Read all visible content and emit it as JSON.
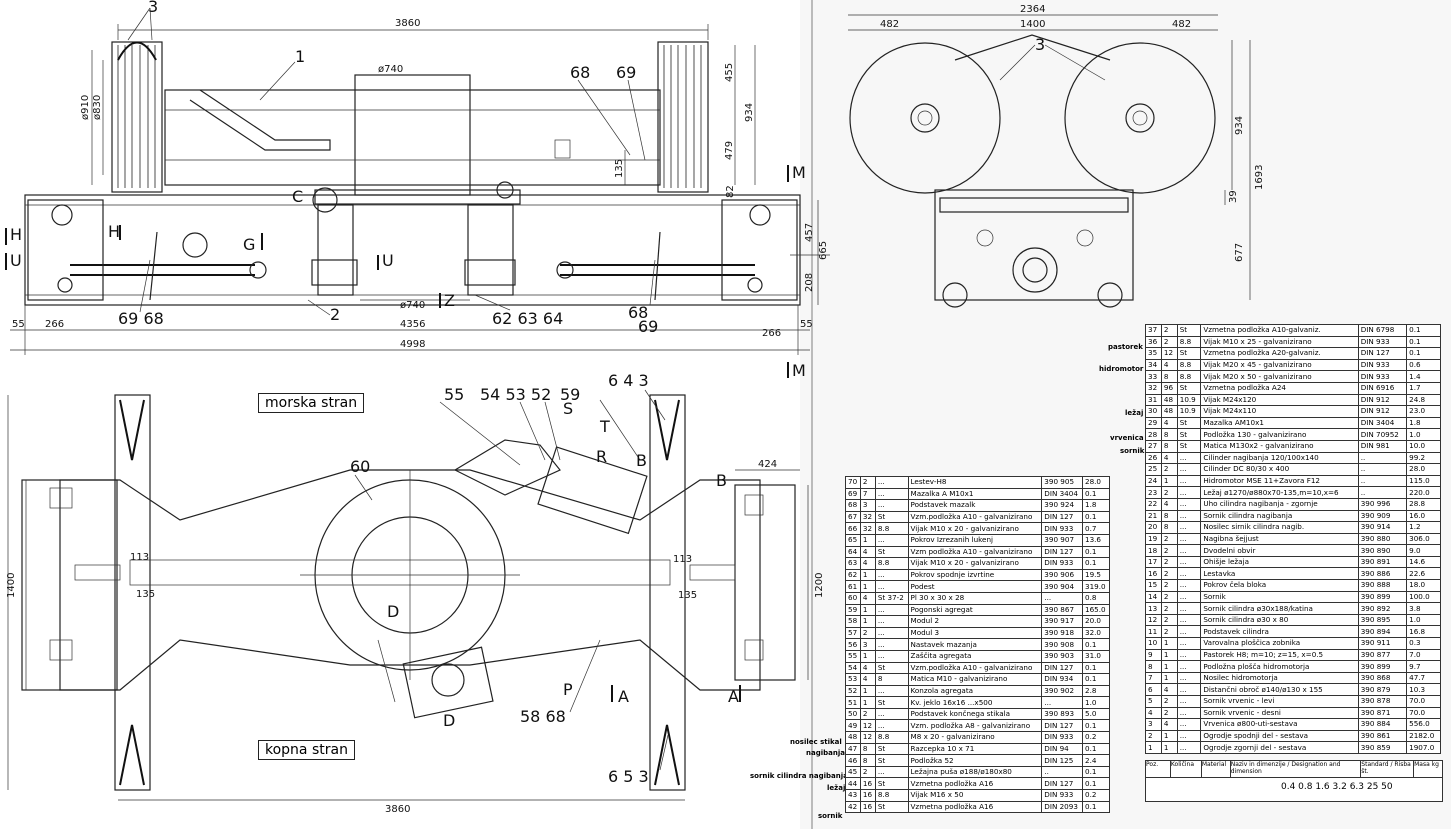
{
  "dimensions": {
    "top_length": "3860",
    "tube_dia": "ø740",
    "left_h1": "ø910",
    "left_h2": "ø830",
    "right_h1": "455",
    "right_h2": "934",
    "right_h3": "479",
    "small_135": "135",
    "side_82": "82",
    "side_457": "457",
    "side_665": "665",
    "side_208": "208",
    "bottom_tube": "ø740",
    "left_55": "55",
    "left_266": "266",
    "mid_4356": "4356",
    "right_266": "266",
    "right_55": "55",
    "total_4998": "4998",
    "end_width_top": "2364",
    "end_482_l": "482",
    "end_1400": "1400",
    "end_482_r": "482",
    "end_934": "934",
    "end_1693": "1693",
    "end_677": "677",
    "end_39": "39",
    "plan_424": "424",
    "plan_1400": "1400",
    "plan_1200": "1200",
    "plan_113_l": "113",
    "plan_135_l": "135",
    "plan_113_r": "113",
    "plan_135_r": "135",
    "plan_3860": "3860"
  },
  "callouts": {
    "c3_top": "3",
    "c1": "1",
    "c68_top": "68",
    "c69_top": "69",
    "c2": "2",
    "c69_68_left": "69 68",
    "c62_63_64": "62 63 64",
    "c68_69_right": "68\n69",
    "c3_end": "3",
    "c55": "55",
    "c54_53_52": "54 53 52",
    "c59": "59",
    "c6_4_3": "6  4  3",
    "c60": "60",
    "c58_68": "58  68",
    "c6_5_3": "6  5  3",
    "letter_C": "C",
    "letter_G": "G",
    "letter_H_l": "H",
    "letter_H_in": "H",
    "letter_U_l": "U",
    "letter_U_mid": "U",
    "letter_Z": "Z",
    "letter_M_top": "M",
    "letter_M_bot": "M",
    "letter_S": "S",
    "letter_T": "T",
    "letter_R": "R",
    "letter_B": "B",
    "letter_B2": "B",
    "letter_D1": "D",
    "letter_D2": "D",
    "letter_P": "P",
    "letter_A1": "A",
    "letter_A2": "A"
  },
  "labels": {
    "morska": "morska stran",
    "kopna": "kopna stran"
  },
  "bom_right_groups": {
    "pastorek": "pastorek",
    "hidromotor": "hidromotor",
    "lezaj": "ležaj",
    "vrvenica": "vrvenica",
    "sornik": "sornik"
  },
  "bom_right": [
    [
      "37",
      "2",
      "St",
      "Vzmetna podložka A10-galvaniz.",
      "DIN 6798",
      "0.1"
    ],
    [
      "36",
      "2",
      "8.8",
      "Vijak M10 x 25 - galvanizirano",
      "DIN 933",
      "0.1"
    ],
    [
      "35",
      "12",
      "St",
      "Vzmetna podložka A20-galvaniz.",
      "DIN 127",
      "0.1"
    ],
    [
      "34",
      "4",
      "8.8",
      "Vijak M20 x 45 - galvanizirano",
      "DIN 933",
      "0.6"
    ],
    [
      "33",
      "8",
      "8.8",
      "Vijak M20 x 50 - galvanizirano",
      "DIN 933",
      "1.4"
    ],
    [
      "32",
      "96",
      "St",
      "Vzmetna podložka A24",
      "DIN 6916",
      "1.7"
    ],
    [
      "31",
      "48",
      "10.9",
      "Vijak M24x120",
      "DIN 912",
      "24.8"
    ],
    [
      "30",
      "48",
      "10.9",
      "Vijak M24x110",
      "DIN 912",
      "23.0"
    ],
    [
      "29",
      "4",
      "St",
      "Mazalka AM10x1",
      "DIN 3404",
      "1.8"
    ],
    [
      "28",
      "8",
      "St",
      "Podložka 130 - galvanizirano",
      "DIN 70952",
      "1.0"
    ],
    [
      "27",
      "8",
      "St",
      "Matica M130x2 - galvanizirano",
      "DIN 981",
      "10.0"
    ],
    [
      "26",
      "4",
      "...",
      "Cilinder nagibanja 120/100x140",
      "..",
      "99.2"
    ],
    [
      "25",
      "2",
      "...",
      "Cilinder DC 80/30 x 400",
      "..",
      "28.0"
    ],
    [
      "24",
      "1",
      "...",
      "Hidromotor MSE 11+Zavora F12",
      "..",
      "115.0"
    ],
    [
      "23",
      "2",
      "...",
      "Ležaj ø1270/ø880x70-135,m=10,x=6",
      "..",
      "220.0"
    ],
    [
      "22",
      "4",
      "...",
      "Uho cilindra nagibanja - zgornje",
      "390 996",
      "28.8"
    ],
    [
      "21",
      "8",
      "...",
      "Sornik cilindra nagibanja",
      "390 909",
      "16.0"
    ],
    [
      "20",
      "8",
      "...",
      "Nosilec sirnik cilindra nagib.",
      "390 914",
      "1.2"
    ],
    [
      "19",
      "2",
      "...",
      "Nagibna šejjust",
      "390 880",
      "306.0"
    ],
    [
      "18",
      "2",
      "...",
      "Dvodelni obvir",
      "390 890",
      "9.0"
    ],
    [
      "17",
      "2",
      "...",
      "Ohišje ležaja",
      "390 891",
      "14.6"
    ],
    [
      "16",
      "2",
      "...",
      "Lestavka",
      "390 886",
      "22.6"
    ],
    [
      "15",
      "2",
      "...",
      "Pokrov čela bloka",
      "390 888",
      "18.0"
    ],
    [
      "14",
      "2",
      "...",
      "Sornik",
      "390 899",
      "100.0"
    ],
    [
      "13",
      "2",
      "...",
      "Sornik cilindra ø30x188/katina",
      "390 892",
      "3.8"
    ],
    [
      "12",
      "2",
      "...",
      "Sornik cilindra ø30 x 80",
      "390 895",
      "1.0"
    ],
    [
      "11",
      "2",
      "...",
      "Podstavek cilindra",
      "390 894",
      "16.8"
    ],
    [
      "10",
      "1",
      "...",
      "Varovalna ploščica zobnika",
      "390 911",
      "0.3"
    ],
    [
      "9",
      "1",
      "...",
      "Pastorek H8; m=10; z=15, x=0.5",
      "390 877",
      "7.0"
    ],
    [
      "8",
      "1",
      "...",
      "Podložna plošča hidromotorja",
      "390 899",
      "9.7"
    ],
    [
      "7",
      "1",
      "...",
      "Nosilec hidromotorja",
      "390 868",
      "47.7"
    ],
    [
      "6",
      "4",
      "...",
      "Distančni obroč ø140/ø130 x 155",
      "390 879",
      "10.3"
    ],
    [
      "5",
      "2",
      "...",
      "Sornik vrvenic - levi",
      "390 878",
      "70.0"
    ],
    [
      "4",
      "2",
      "...",
      "Sornik vrvenic - desni",
      "390 871",
      "70.0"
    ],
    [
      "3",
      "4",
      "...",
      "Vrvenica ø800-uti-sestava",
      "390 884",
      "556.0"
    ],
    [
      "2",
      "1",
      "...",
      "Ogrodje spodnji del - sestava",
      "390 861",
      "2182.0"
    ],
    [
      "1",
      "1",
      "...",
      "Ogrodje zgornji del - sestava",
      "390 859",
      "1907.0"
    ]
  ],
  "bom_right_footer": {
    "h1": "Poz.",
    "h2": "Količina",
    "h3": "Material",
    "h4": "Naziv in dimenzije / Designation and dimension",
    "h5": "Standard / Risba št.",
    "h6": "Masa kg",
    "finish_values": "0.4  0.8  1.6  3.2  6.3  25  50"
  },
  "bom_mid_groups": {
    "nosilec_stikal": "nosilec stikal",
    "nagibanja": "nagibanja",
    "sornik_cilindra": "sornik cilindra nagibanja",
    "lezaj": "ležaj",
    "sornik": "sornik"
  },
  "bom_mid": [
    [
      "70",
      "2",
      "...",
      "Lestev-H8",
      "390 905",
      "28.0"
    ],
    [
      "69",
      "7",
      "...",
      "Mazalka A M10x1",
      "DIN 3404",
      "0.1"
    ],
    [
      "68",
      "3",
      "...",
      "Podstavek mazalk",
      "390 924",
      "1.8"
    ],
    [
      "67",
      "32",
      "St",
      "Vzm.podložka A10 - galvanizirano",
      "DIN 127",
      "0.1"
    ],
    [
      "66",
      "32",
      "8.8",
      "Vijak M10 x 20 - galvanizirano",
      "DIN 933",
      "0.7"
    ],
    [
      "65",
      "1",
      "...",
      "Pokrov Izrezanih lukenj",
      "390 907",
      "13.6"
    ],
    [
      "64",
      "4",
      "St",
      "Vzm podložka A10 - galvanizirano",
      "DIN 127",
      "0.1"
    ],
    [
      "63",
      "4",
      "8.8",
      "Vijak M10 x 20 - galvanizirano",
      "DIN 933",
      "0.1"
    ],
    [
      "62",
      "1",
      "...",
      "Pokrov spodnje izvrtine",
      "390 906",
      "19.5"
    ],
    [
      "61",
      "1",
      "...",
      "Podest",
      "390 904",
      "319.0"
    ],
    [
      "60",
      "4",
      "St 37-2",
      "Pl 30 x 30 x 28",
      "...",
      "0.8"
    ],
    [
      "59",
      "1",
      "...",
      "Pogonski agregat",
      "390 867",
      "165.0"
    ],
    [
      "58",
      "1",
      "...",
      "Modul 2",
      "390 917",
      "20.0"
    ],
    [
      "57",
      "2",
      "...",
      "Modul 3",
      "390 918",
      "32.0"
    ],
    [
      "56",
      "3",
      "...",
      "Nastavek mazanja",
      "390 908",
      "0.1"
    ],
    [
      "55",
      "1",
      "...",
      "Zaščita agregata",
      "390 903",
      "31.0"
    ],
    [
      "54",
      "4",
      "St",
      "Vzm.podložka A10 - galvanizirano",
      "DIN 127",
      "0.1"
    ],
    [
      "53",
      "4",
      "8",
      "Matica M10 - galvanizirano",
      "DIN 934",
      "0.1"
    ],
    [
      "52",
      "1",
      "...",
      "Konzola agregata",
      "390 902",
      "2.8"
    ],
    [
      "51",
      "1",
      "St",
      "Kv. jeklo 16x16 ...x500",
      "...",
      "1.0"
    ],
    [
      "50",
      "2",
      "...",
      "Podstavek končnega stikala",
      "390 893",
      "5.0"
    ],
    [
      "49",
      "12",
      "...",
      "Vzm. podložka A8 - galvanizirano",
      "DIN 127",
      "0.1"
    ],
    [
      "48",
      "12",
      "8.8",
      "M8 x 20 - galvanizirano",
      "DIN 933",
      "0.2"
    ],
    [
      "47",
      "8",
      "St",
      "Razcepka 10 x 71",
      "DIN 94",
      "0.1"
    ],
    [
      "46",
      "8",
      "St",
      "Podložka 52",
      "DIN 125",
      "2.4"
    ],
    [
      "45",
      "2",
      "...",
      "Ležajna puša ø188/ø180x80",
      "..",
      "0.1"
    ],
    [
      "44",
      "16",
      "St",
      "Vzmetna podložka A16",
      "DIN 127",
      "0.1"
    ],
    [
      "43",
      "16",
      "8.8",
      "Vijak M16 x 50",
      "DIN 933",
      "0.2"
    ],
    [
      "42",
      "16",
      "St",
      "Vzmetna podložka A16",
      "DIN 2093",
      "0.1"
    ]
  ]
}
